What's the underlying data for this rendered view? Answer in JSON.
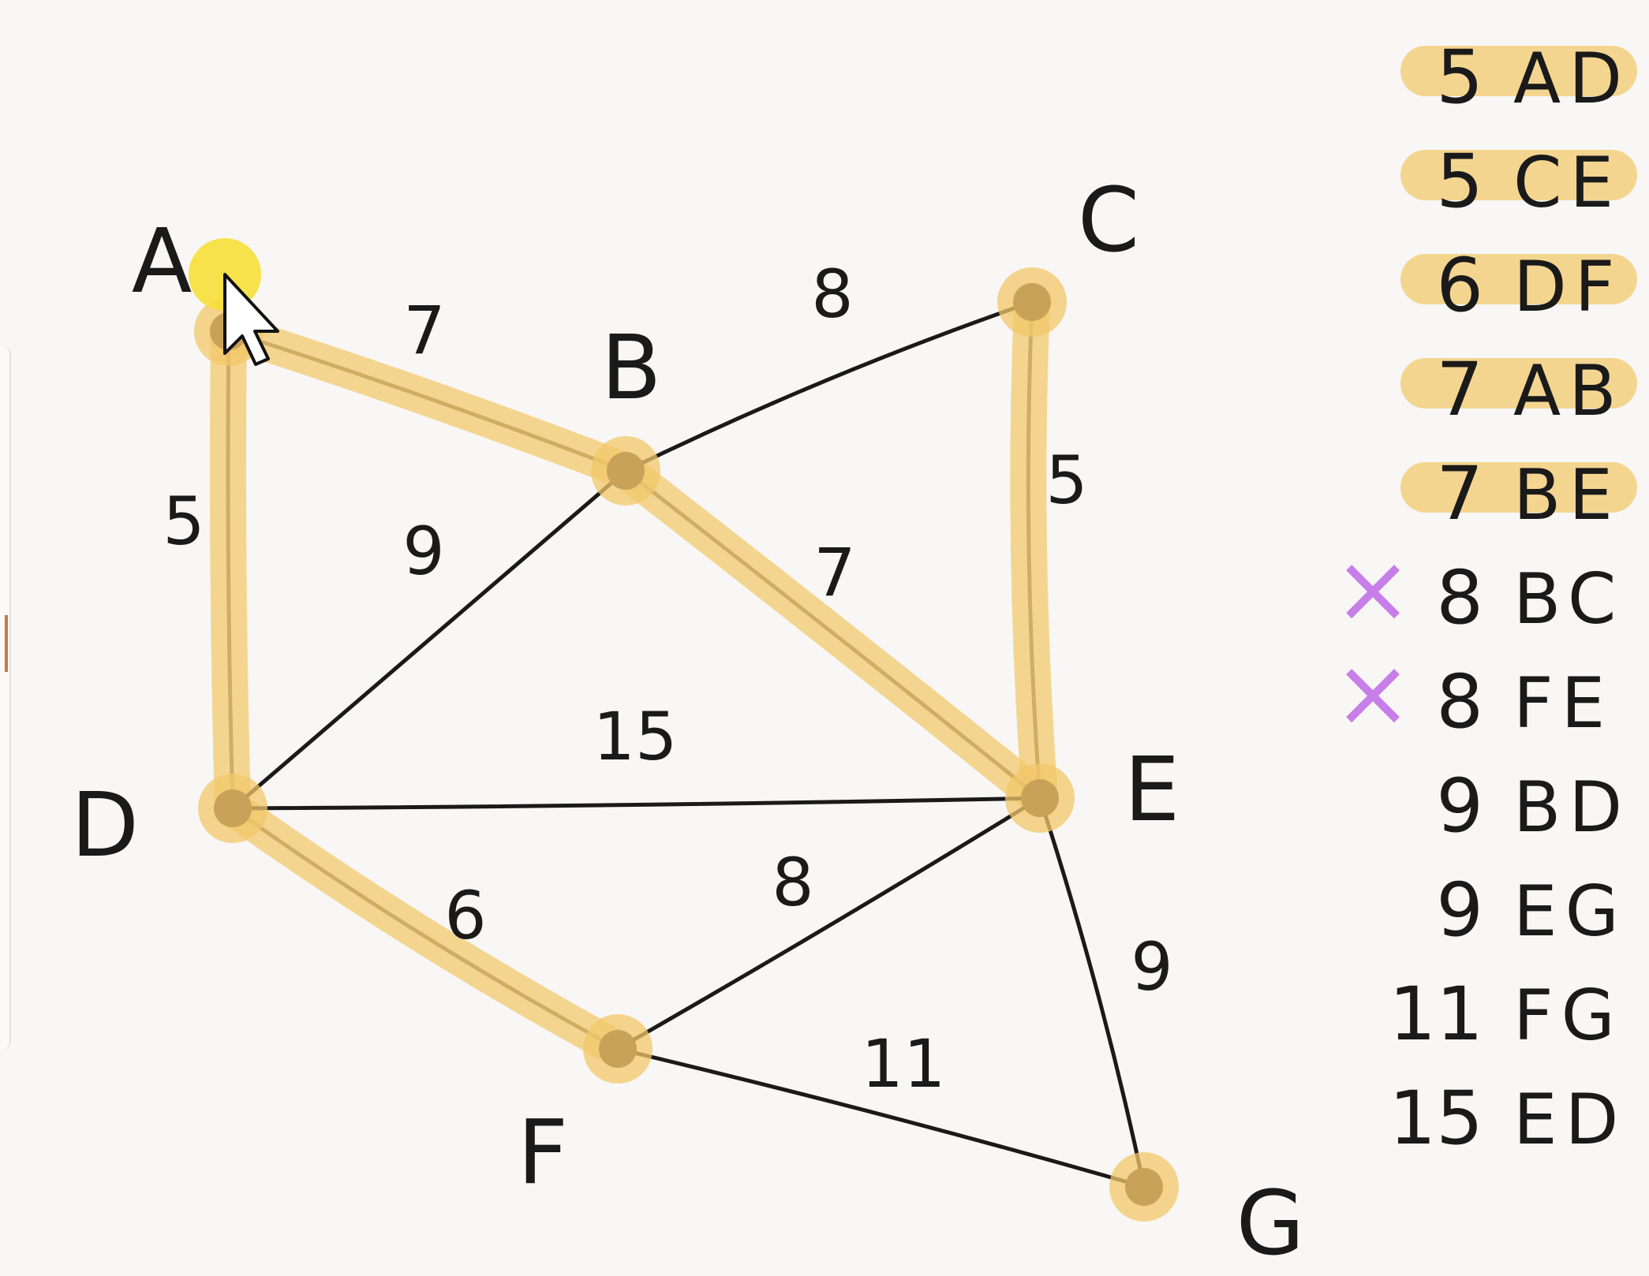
{
  "colors": {
    "background": "#f8f7f5",
    "ink": "#1a1a1a",
    "highlight": "#f3c76a",
    "node_dot": "#c9a25a",
    "cursor_halo": "#f6df3a",
    "reject_mark": "#c77ee8"
  },
  "graph": {
    "nodes": [
      {
        "id": "A",
        "label": "A"
      },
      {
        "id": "B",
        "label": "B"
      },
      {
        "id": "C",
        "label": "C"
      },
      {
        "id": "D",
        "label": "D"
      },
      {
        "id": "E",
        "label": "E"
      },
      {
        "id": "F",
        "label": "F"
      },
      {
        "id": "G",
        "label": "G"
      }
    ],
    "edges": [
      {
        "from": "A",
        "to": "D",
        "weight": "5",
        "highlighted": true
      },
      {
        "from": "A",
        "to": "B",
        "weight": "7",
        "highlighted": true
      },
      {
        "from": "B",
        "to": "C",
        "weight": "8",
        "highlighted": false
      },
      {
        "from": "B",
        "to": "D",
        "weight": "9",
        "highlighted": false
      },
      {
        "from": "B",
        "to": "E",
        "weight": "7",
        "highlighted": true
      },
      {
        "from": "C",
        "to": "E",
        "weight": "5",
        "highlighted": true
      },
      {
        "from": "D",
        "to": "E",
        "weight": "15",
        "highlighted": false
      },
      {
        "from": "D",
        "to": "F",
        "weight": "6",
        "highlighted": true
      },
      {
        "from": "F",
        "to": "E",
        "weight": "8",
        "highlighted": false
      },
      {
        "from": "E",
        "to": "G",
        "weight": "9",
        "highlighted": false
      },
      {
        "from": "F",
        "to": "G",
        "weight": "11",
        "highlighted": false
      }
    ]
  },
  "sorted_edges": [
    {
      "weight": "5",
      "pair": "AD",
      "state": "selected",
      "mark": ""
    },
    {
      "weight": "5",
      "pair": "CE",
      "state": "selected",
      "mark": ""
    },
    {
      "weight": "6",
      "pair": "DF",
      "state": "selected",
      "mark": ""
    },
    {
      "weight": "7",
      "pair": "AB",
      "state": "selected",
      "mark": ""
    },
    {
      "weight": "7",
      "pair": "BE",
      "state": "selected",
      "mark": ""
    },
    {
      "weight": "8",
      "pair": "BC",
      "state": "rejected",
      "mark": "×"
    },
    {
      "weight": "8",
      "pair": "FE",
      "state": "rejected",
      "mark": "×"
    },
    {
      "weight": "9",
      "pair": "BD",
      "state": "pending",
      "mark": ""
    },
    {
      "weight": "9",
      "pair": "EG",
      "state": "pending",
      "mark": ""
    },
    {
      "weight": "11",
      "pair": "FG",
      "state": "pending",
      "mark": ""
    },
    {
      "weight": "15",
      "pair": "ED",
      "state": "pending",
      "mark": ""
    }
  ],
  "cursor": {
    "icon": "pointer-arrow-icon",
    "near_node": "A"
  }
}
